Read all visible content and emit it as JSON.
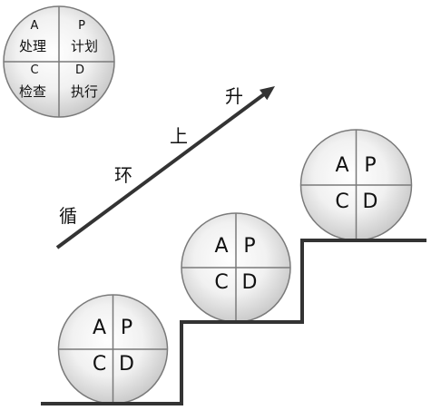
{
  "legend": {
    "a_letter": "A",
    "a_label": "处理",
    "p_letter": "P",
    "p_label": "计划",
    "c_letter": "C",
    "c_label": "检查",
    "d_letter": "D",
    "d_label": "执行"
  },
  "arrow_labels": [
    "循",
    "环",
    "上",
    "升"
  ],
  "steps": [
    {
      "a": "A",
      "p": "P",
      "c": "C",
      "d": "D"
    },
    {
      "a": "A",
      "p": "P",
      "c": "C",
      "d": "D"
    },
    {
      "a": "A",
      "p": "P",
      "c": "C",
      "d": "D"
    }
  ],
  "colors": {
    "line": "#333333",
    "circle_border": "#7a7a7a",
    "circle_fill_center": "#ffffff",
    "circle_fill_edge": "#c8c8c8"
  }
}
